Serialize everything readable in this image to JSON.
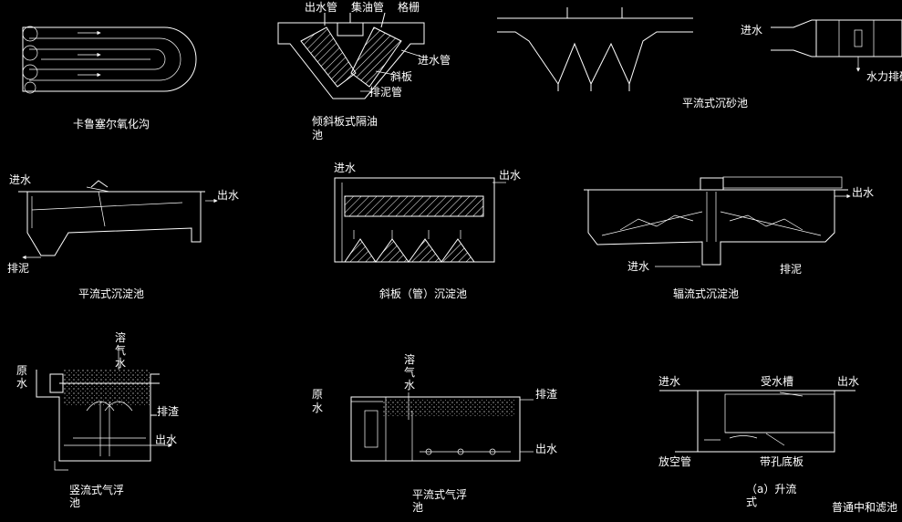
{
  "diagrams": {
    "carrousel": {
      "title": "卡鲁塞尔氧化沟"
    },
    "oil_sep": {
      "title_l1": "倾斜板式隔油",
      "title_l2": "池",
      "out_pipe": "出水管",
      "oil_pipe": "集油管",
      "grille": "格栅",
      "in_pipe": "进水管",
      "slant_plate": "斜板",
      "sludge_pipe": "排泥管"
    },
    "grit": {
      "title": "平流式沉砂池"
    },
    "hydraulic": {
      "inlet": "进水",
      "drain": "水力排砂"
    },
    "hsed": {
      "title": "平流式沉淀池",
      "inlet": "进水",
      "outlet": "出水",
      "sludge": "排泥"
    },
    "incl": {
      "title": "斜板（管）沉淀池",
      "inlet": "进水",
      "outlet": "出水"
    },
    "radial": {
      "title": "辐流式沉淀池",
      "inlet": "进水",
      "outlet": "出水",
      "sludge": "排泥"
    },
    "vflot": {
      "title_l1": "竖流式气浮",
      "title_l2": "池",
      "raw_l1": "原",
      "raw_l2": "水",
      "air_l1": "溶",
      "air_l2": "气",
      "air_l3": "水",
      "scum": "排渣",
      "outlet": "出水"
    },
    "hflot": {
      "title_l1": "平流式气浮",
      "title_l2": "池",
      "raw_l1": "原",
      "raw_l2": "水",
      "air_l1": "溶",
      "air_l2": "气",
      "air_l3": "水",
      "scum": "排渣",
      "outlet": "出水"
    },
    "upflow": {
      "title_l1": "（a）升流",
      "title_l2": "式",
      "inlet": "进水",
      "trough": "受水槽",
      "outlet": "出水",
      "drain": "放空管",
      "plate": "带孔底板",
      "caption": "普通中和滤池"
    }
  }
}
